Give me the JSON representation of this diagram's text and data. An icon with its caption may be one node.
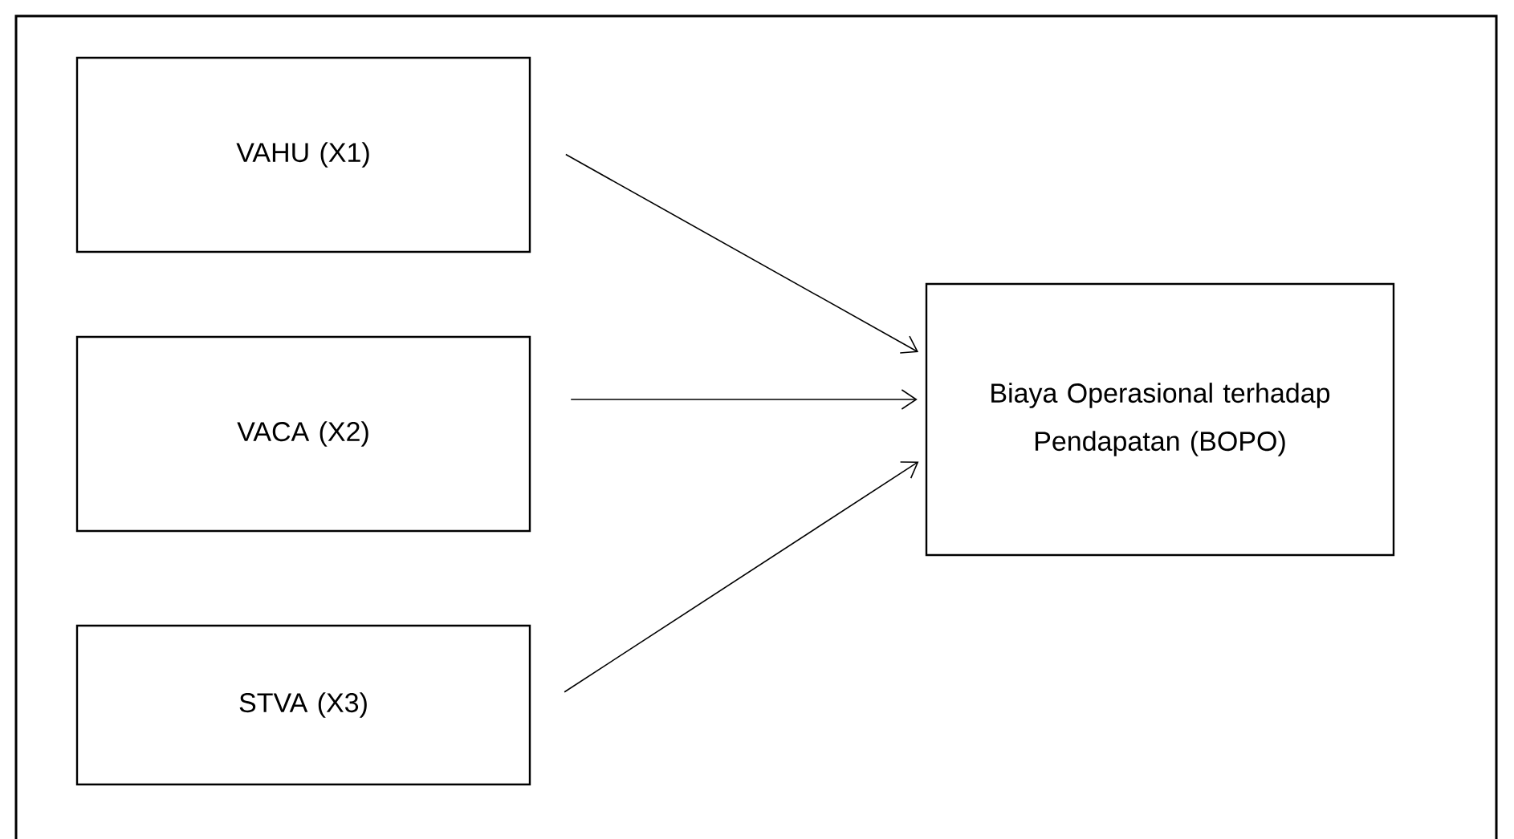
{
  "diagram": {
    "nodes": [
      {
        "text": [
          "VAHU (X1)"
        ]
      },
      {
        "text": [
          "VACA (X2)"
        ]
      },
      {
        "text": [
          "STVA (X3)"
        ]
      },
      {
        "text": [
          "Biaya Operasional terhadap Pendapatan (BOPO)"
        ]
      }
    ],
    "edges": [
      {
        "from": 0,
        "to": 3,
        "arrow": "to"
      },
      {
        "from": 1,
        "to": 3,
        "arrow": "to"
      },
      {
        "from": 2,
        "to": 3,
        "arrow": "to"
      }
    ]
  }
}
